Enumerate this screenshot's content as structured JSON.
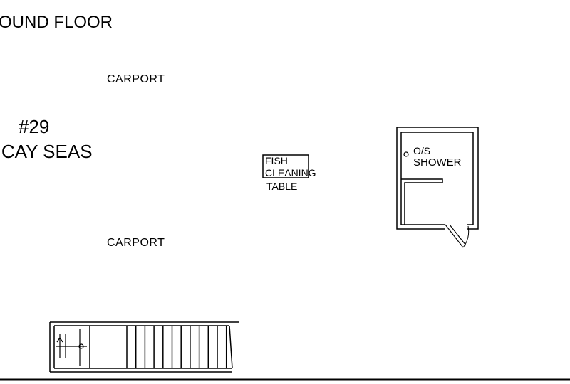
{
  "drawing": {
    "title": "OUND FLOOR",
    "lot_number": "#29",
    "property_name": "CAY SEAS"
  },
  "labels": {
    "carport_upper": "CARPORT",
    "carport_lower": "CARPORT",
    "fish_table_line1": "FISH",
    "fish_table_line2": "CLEANING",
    "fish_table_line3": "TABLE",
    "shower_line1": "O/S",
    "shower_line2": "SHOWER",
    "stair_up": "UP"
  },
  "colors": {
    "line": "#000000",
    "background": "#ffffff"
  }
}
